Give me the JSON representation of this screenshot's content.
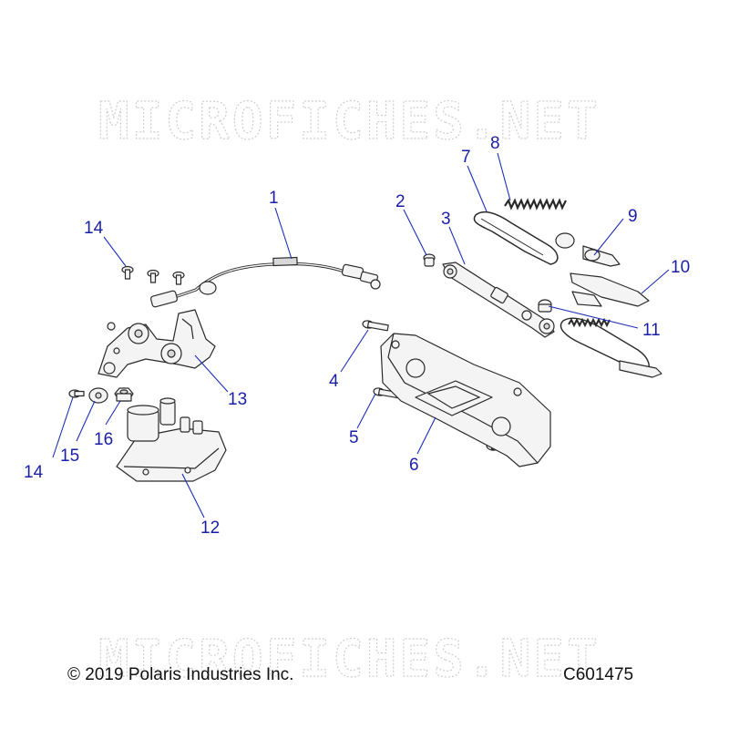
{
  "watermark": "MICROFICHES.NET",
  "callouts": [
    {
      "label": "1"
    },
    {
      "label": "2"
    },
    {
      "label": "3"
    },
    {
      "label": "4"
    },
    {
      "label": "5"
    },
    {
      "label": "6"
    },
    {
      "label": "7"
    },
    {
      "label": "8"
    },
    {
      "label": "9"
    },
    {
      "label": "10"
    },
    {
      "label": "11"
    },
    {
      "label": "12"
    },
    {
      "label": "13"
    },
    {
      "label": "14"
    },
    {
      "label": "14"
    },
    {
      "label": "15"
    },
    {
      "label": "16"
    }
  ],
  "footer": {
    "copyright": "© 2019 Polaris Industries Inc.",
    "code": "C601475"
  },
  "colors": {
    "callout": "#1a1fa8",
    "leader": "#1e2fb8",
    "watermark": "#cfcfcf"
  }
}
